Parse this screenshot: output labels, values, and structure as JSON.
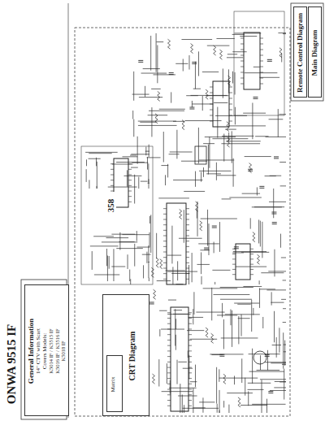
{
  "diagram": {
    "nodes": [
      {
        "text": [
          "General Information",
          "14\" CTV with Scart",
          "Covers Models:",
          "K5014 IF / K5515 IF",
          "K5016 IF / K5516 IF",
          "K5018 IF"
        ]
      },
      {
        "text": [
          "CRT Diagram"
        ]
      },
      {
        "text": [
          "Matrix"
        ],
        "in": 1
      },
      {
        "text": [
          "Remote Control Diagram"
        ]
      },
      {
        "text": [
          "Main Diagram"
        ]
      }
    ],
    "labels": [
      "ONWA 9515 IF",
      "358"
    ]
  }
}
